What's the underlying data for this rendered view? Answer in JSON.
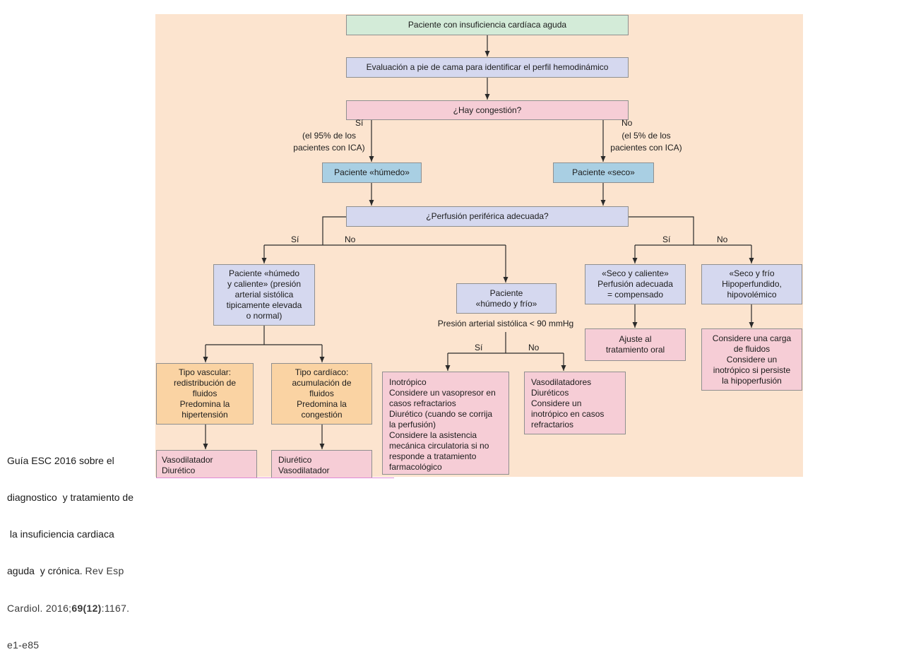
{
  "diagram": {
    "colors": {
      "panel": "#fce4cf",
      "green": "#d3ebd8",
      "lavender": "#d5d8ef",
      "pink": "#f6cdd6",
      "blue": "#a9cfe3",
      "orange": "#fad3a3"
    },
    "nodes": {
      "start": "Paciente con insuficiencia cardíaca aguda",
      "evaluation": "Evaluación a pie de cama para identificar el perfil hemodinámico",
      "congestion_question": "¿Hay congestión?",
      "wet_patient": "Paciente «húmedo»",
      "dry_patient": "Paciente «seco»",
      "perfusion_question": "¿Perfusión periférica adecuada?",
      "wet_warm": "Paciente «húmedo\ny caliente» (presión\narterial sistólica\ntipicamente elevada\no normal)",
      "wet_cold": "Paciente\n«húmedo y frío»",
      "dry_warm": "«Seco y caliente»\nPerfusión adecuada\n= compensado",
      "dry_cold": "«Seco y frío\nHipoperfundido,\nhipovolémico",
      "vascular_type": "Tipo vascular:\nredistribución de\nfluidos\nPredomina la\nhipertensión",
      "cardiac_type": "Tipo cardíaco:\nacumulación de\nfluidos\nPredomina la\ncongestión",
      "vascular_treatment": "Vasodilatador\nDiurético",
      "cardiac_treatment": "Diurético\nVasodilatador",
      "low_bp_treatment": "Inotrópico\nConsidere un vasopresor en\ncasos refractarios\nDiurético (cuando se corrija\nla perfusión)\nConsidere la asistencia\nmecánica circulatoria si no\nresponde a tratamiento\nfarmacológico",
      "normal_bp_treatment": "Vasodilatadores\nDiuréticos\nConsidere un\ninotrópico en casos\nrefractarios",
      "oral_adjustment": "Ajuste al\ntratamiento oral",
      "fluid_load": "Considere una carga\nde fluidos\nConsidere un\ninotrópico si persiste\nla hipoperfusión"
    },
    "labels": {
      "congestion_yes": "Sí",
      "congestion_yes_note": "(el 95% de los\npacientes con ICA)",
      "congestion_no": "No",
      "congestion_no_note": "(el 5% de los\npacientes con ICA)",
      "wet_perfusion_yes": "Sí",
      "wet_perfusion_no": "No",
      "dry_perfusion_yes": "Sí",
      "dry_perfusion_no": "No",
      "bp_condition": "Presión arterial sistólica < 90 mmHg",
      "bp_yes": "Sí",
      "bp_no": "No"
    }
  },
  "caption": {
    "line1": "Guía ESC 2016 sobre el",
    "line2": "diagnostico  y tratamiento de",
    "line3": " la insuficiencia cardiaca",
    "line4_main": "aguda  y crónica. ",
    "line4_ref": "Rev Esp",
    "line5_pre": "Cardiol. 2016;",
    "line5_bold": "69(12)",
    "line5_post": ":1167.",
    "line6": "e1-e85"
  }
}
